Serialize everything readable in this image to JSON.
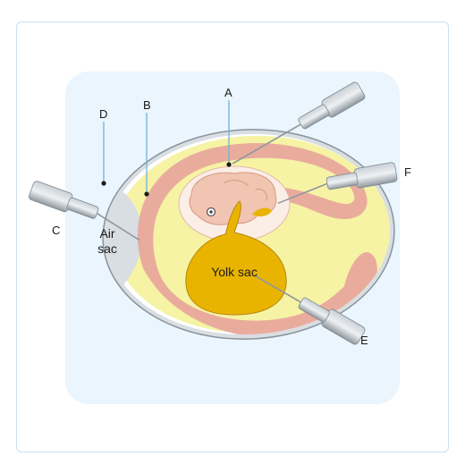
{
  "labels": {
    "a": "A",
    "b": "B",
    "c": "C",
    "d": "D",
    "e": "E",
    "f": "F"
  },
  "air_sac": [
    "Air",
    "sac"
  ],
  "yolk_sac": "Yolk sac",
  "colors": {
    "shell": "#d9dee3",
    "albumen": "#f6f3a4",
    "chorion": "#e8a89c",
    "amnion_fluid": "#fbeee6",
    "embryo": "#f2c4b2",
    "yolk": "#e9b400",
    "needle": "#9aa3ab",
    "leader": "#6fb2d6"
  }
}
